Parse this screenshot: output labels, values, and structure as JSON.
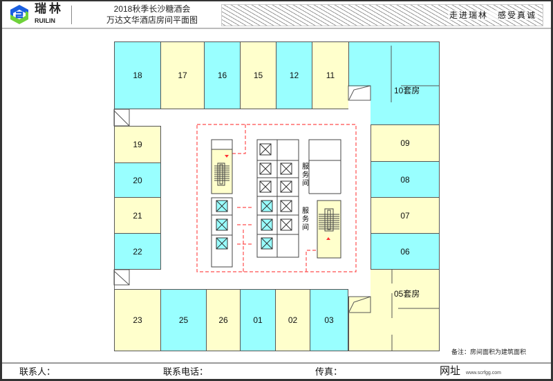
{
  "header": {
    "brand_cn": "瑞林",
    "brand_en": "RUILIN",
    "title_line1": "2018秋季长沙糖酒会",
    "title_line2": "万达文华酒店房间平面图",
    "slogan": "走进瑞林　感受真诚"
  },
  "colors": {
    "cyan": "#99ffff",
    "yellow": "#ffffcc",
    "route": "#ff4444"
  },
  "rooms": {
    "r18": "18",
    "r17": "17",
    "r16": "16",
    "r15": "15",
    "r12": "12",
    "r11": "11",
    "r10": "10套房",
    "r19": "19",
    "r20": "20",
    "r21": "21",
    "r22": "22",
    "r09": "09",
    "r08": "08",
    "r07": "07",
    "r06": "06",
    "r05": "05套房",
    "r23": "23",
    "r25": "25",
    "r26": "26",
    "r01": "01",
    "r02": "02",
    "r03": "03"
  },
  "core": {
    "service1": "服务间",
    "service2": "服务间"
  },
  "note": "备注：房间面积为建筑面积",
  "footer": {
    "contact": "联系人：",
    "phone": "联系电话：",
    "fax": "传真：",
    "website": "网址",
    "url": "www.scrfgg.com"
  }
}
